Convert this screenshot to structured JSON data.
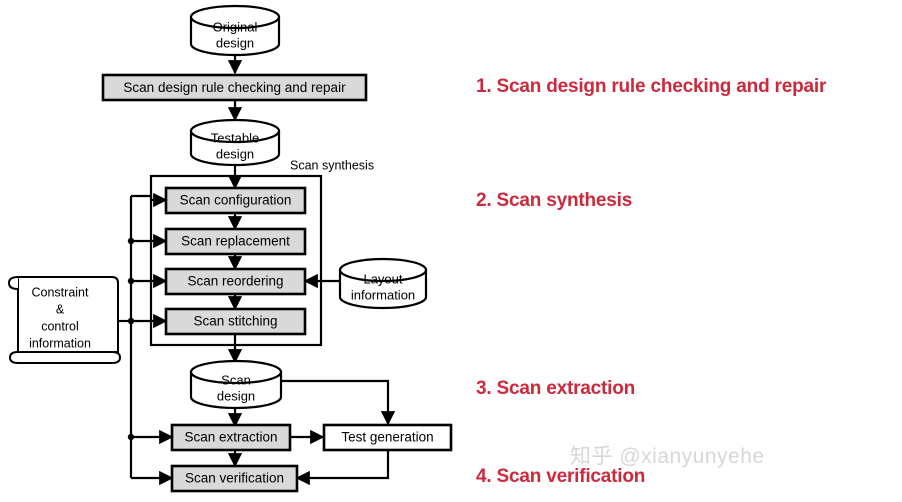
{
  "diagram": {
    "title": "Scan design flow",
    "colors": {
      "process_fill": "#d9d9d9",
      "process_stroke": "#000000",
      "white_fill": "#ffffff",
      "legend_red": "#cc2a3c",
      "watermark_gray": "#d7d7d7"
    },
    "datastores": [
      {
        "id": "original-design",
        "line1": "Original",
        "line2": "design"
      },
      {
        "id": "testable-design",
        "line1": "Testable",
        "line2": "design"
      },
      {
        "id": "layout-information",
        "line1": "Layout",
        "line2": "information"
      },
      {
        "id": "scan-design",
        "line1": "Scan",
        "line2": "design"
      }
    ],
    "processes": [
      {
        "id": "scan-design-rule-checking-and-repair",
        "label": "Scan design rule checking and repair",
        "fill": "gray"
      },
      {
        "id": "scan-configuration",
        "label": "Scan configuration",
        "fill": "gray"
      },
      {
        "id": "scan-replacement",
        "label": "Scan replacement",
        "fill": "gray"
      },
      {
        "id": "scan-reordering",
        "label": "Scan reordering",
        "fill": "gray"
      },
      {
        "id": "scan-stitching",
        "label": "Scan stitching",
        "fill": "gray"
      },
      {
        "id": "scan-extraction",
        "label": "Scan extraction",
        "fill": "gray"
      },
      {
        "id": "test-generation",
        "label": "Test generation",
        "fill": "white"
      },
      {
        "id": "scan-verification",
        "label": "Scan verification",
        "fill": "gray"
      }
    ],
    "group_label": "Scan synthesis",
    "scroll": {
      "line1": "Constraint",
      "line2": "&",
      "line3": "control",
      "line4": "information"
    },
    "legend": [
      {
        "id": "legend-1",
        "text": "1. Scan design rule checking and repair"
      },
      {
        "id": "legend-2",
        "text": "2. Scan synthesis"
      },
      {
        "id": "legend-3",
        "text": "3. Scan extraction"
      },
      {
        "id": "legend-4",
        "text": "4. Scan verification"
      }
    ],
    "watermark": "知乎 @xianyunyehe"
  }
}
